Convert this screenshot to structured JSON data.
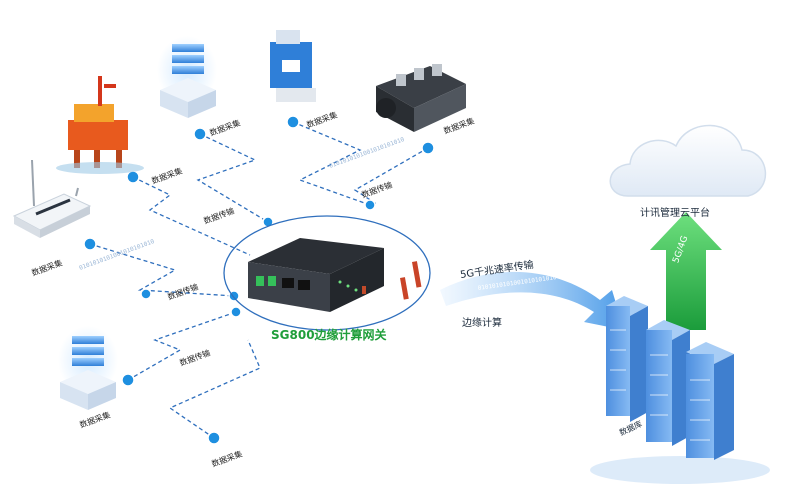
{
  "gateway": {
    "title": "SG800边缘计算网关"
  },
  "cloud": {
    "label": "计讯管理云平台"
  },
  "database": {
    "label": "数据库"
  },
  "uplink": {
    "label": "5G/4G"
  },
  "transmission": {
    "top_label": "5G千兆速率传输",
    "bottom_label": "边缘计算"
  },
  "collection_labels": {
    "oil_platform": "数据采集",
    "server_top": "数据采集",
    "machine": "数据采集",
    "engine": "数据采集",
    "router": "数据采集",
    "server_bottom": "数据采集",
    "bottom_node": "数据采集"
  },
  "transfer_labels": {
    "upper_left": "数据传输",
    "upper_right": "数据传输",
    "left": "数据传输",
    "lower_left": "数据传输"
  },
  "binary_stream": "0101010101001010101010",
  "colors": {
    "node_blue": "#1e8fe0",
    "line_blue": "#2f6fbd",
    "accent_green": "#1f9e3a",
    "arrow_green": "#3cc75a",
    "server_blue": "#5aa0ea"
  }
}
